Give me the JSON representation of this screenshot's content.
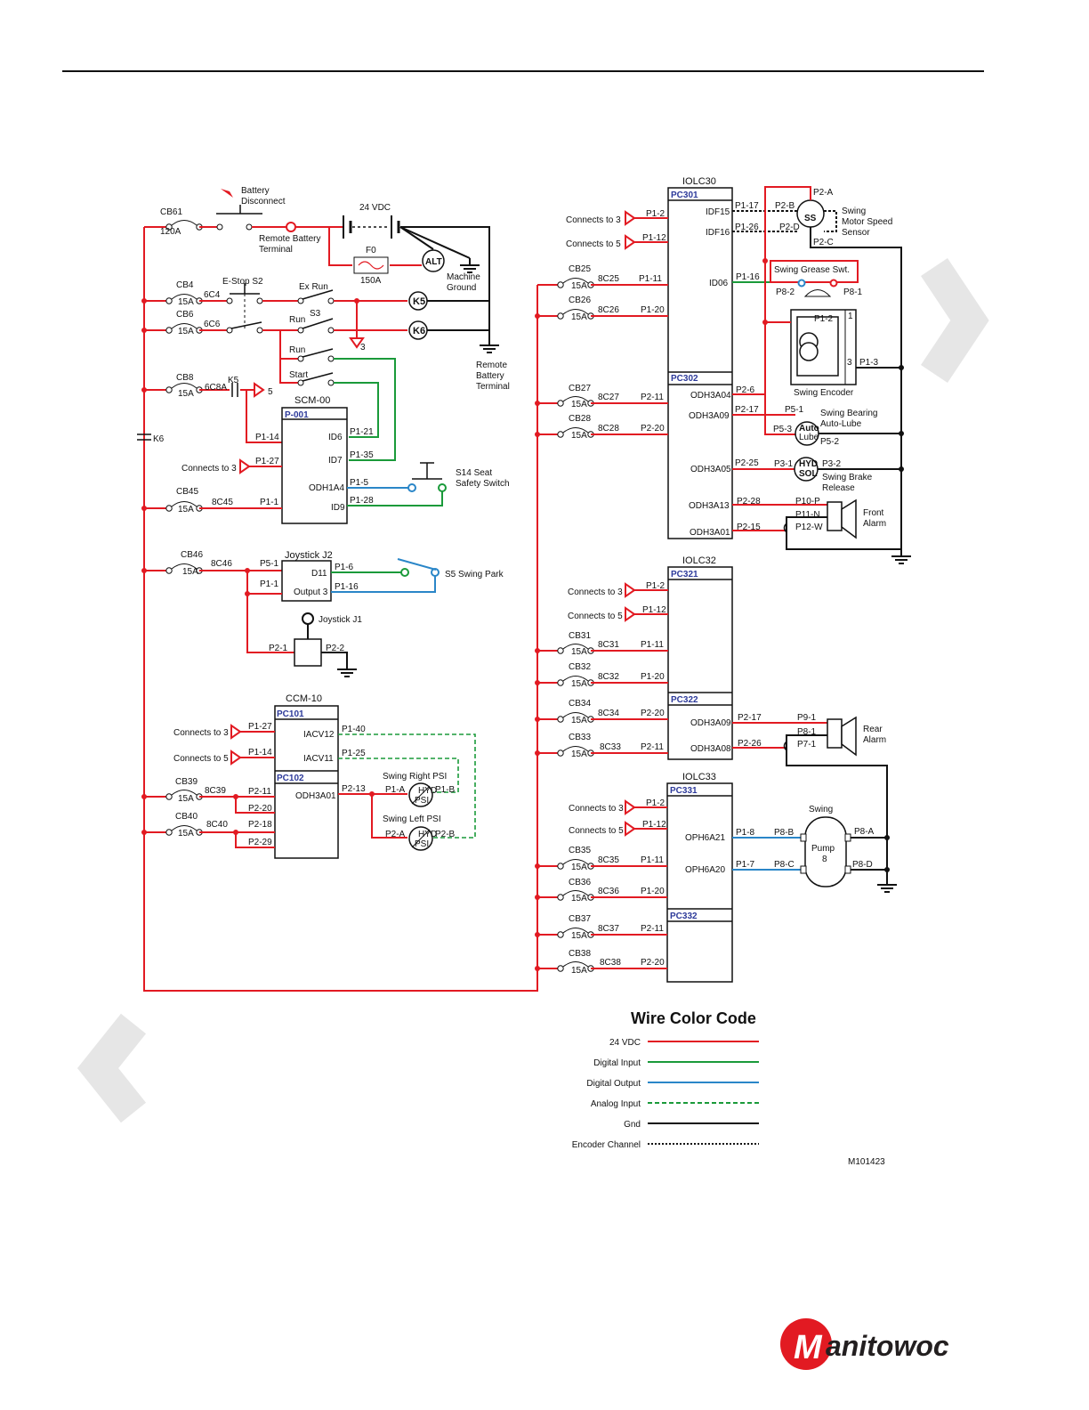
{
  "diagram_id": "M101423",
  "logo_text": "Manitowoc",
  "legend": {
    "title": "Wire Color Code",
    "items": [
      {
        "label": "24 VDC",
        "color": "#e21a22",
        "style": "solid"
      },
      {
        "label": "Digital Input",
        "color": "#1a9a3a",
        "style": "solid"
      },
      {
        "label": "Digital Output",
        "color": "#2a86c8",
        "style": "solid"
      },
      {
        "label": "Analog Input",
        "color": "#1a9a3a",
        "style": "dashed"
      },
      {
        "label": "Gnd",
        "color": "#111111",
        "style": "solid"
      },
      {
        "label": "Encoder Channel",
        "color": "#111111",
        "style": "dotted"
      }
    ]
  },
  "power": {
    "battery_disconnect": "Battery\nDisconnect",
    "vdc": "24 VDC",
    "fuse": "F0",
    "fuse_rating": "150A",
    "remote_battery_terminal": "Remote Battery\nTerminal",
    "alt": "ALT",
    "machine_ground": "Machine\nGround",
    "remote_battery_terminal2": "Remote\nBattery\nTerminal",
    "cb61": "CB61",
    "cb61_rating": "120A",
    "k6": "K6"
  },
  "left_circuit": {
    "cb4": "CB4",
    "cb4_rating": "15A",
    "w6c4": "6C4",
    "estop": "E-Stop S2",
    "exrun": "Ex Run",
    "k5": "K5",
    "cb6": "CB6",
    "cb6_rating": "15A",
    "w6c6": "6C6",
    "s3": "S3",
    "run1": "Run",
    "k6b": "K6",
    "run2": "Run",
    "start": "Start",
    "three": "3",
    "cb8": "CB8",
    "cb8_rating": "15A",
    "w6c8a": "6C8A",
    "k5b": "K5",
    "five": "5",
    "scm": "SCM-00",
    "p001": "P-001",
    "p1_14": "P1-14",
    "id6": "ID6",
    "p1_21": "P1-21",
    "p1_27": "P1-27",
    "id7": "ID7",
    "p1_35": "P1-35",
    "connects3": "Connects to 3",
    "odh1a4": "ODH1A4",
    "p1_5": "P1-5",
    "cb45": "CB45",
    "cb45_rating": "15A",
    "w8c45": "8C45",
    "p1_1": "P1-1",
    "id9": "ID9",
    "p1_28": "P1-28",
    "s14": "S14 Seat\nSafety Switch",
    "cb46": "CB46",
    "cb46_rating": "15A",
    "w8c46": "8C46",
    "joystick_j2": "Joystick J2",
    "p5_1": "P5-1",
    "d11": "D11",
    "p1_6": "P1-6",
    "p1_1b": "P1-1",
    "output3": "Output 3",
    "p1_16": "P1-16",
    "s5": "S5 Swing Park",
    "joystick_j1": "Joystick J1",
    "p2_1": "P2-1",
    "p2_2": "P2-2"
  },
  "ccm": {
    "title": "CCM-10",
    "pc101": "PC101",
    "pc102": "PC102",
    "c3": "Connects to 3",
    "c5": "Connects to 5",
    "p1_27": "P1-27",
    "iacv12": "IACV12",
    "p1_40": "P1-40",
    "p1_14": "P1-14",
    "iacv11": "IACV11",
    "p1_25": "P1-25",
    "cb39": "CB39",
    "cb39_rating": "15A",
    "w8c39": "8C39",
    "p2_11": "P2-11",
    "p2_20": "P2-20",
    "odh3a01": "ODH3A01",
    "p2_13": "P2-13",
    "cb40": "CB40",
    "cb40_rating": "15A",
    "w8c40": "8C40",
    "p2_18": "P2-18",
    "p2_29": "P2-29",
    "swing_right": "Swing Right PSI",
    "p1_a": "P1-A",
    "p1_b": "P1-B",
    "swing_left": "Swing Left PSI",
    "p2_a": "P2-A",
    "p2_b": "P2-B",
    "hyd": "HYD",
    "psi": "PSI"
  },
  "iolc30": {
    "title": "IOLC30",
    "pc301": "PC301",
    "pc302": "PC302",
    "c3": "Connects to 3",
    "c5": "Connects to 5",
    "p1_2": "P1-2",
    "p1_12": "P1-12",
    "idf15": "IDF15",
    "idf16": "IDF16",
    "p1_17": "P1-17",
    "p1_26": "P1-26",
    "p2_a": "P2-A",
    "p2_b": "P2-B",
    "p2_d": "P2-D",
    "p2_c": "P2-C",
    "ss": "SS",
    "swing_motor": "Swing\nMotor Speed\nSensor",
    "cb25": "CB25",
    "cb25_rating": "15A",
    "w8c25": "8C25",
    "p1_11": "P1-11",
    "id06": "ID06",
    "p1_16": "P1-16",
    "cb26": "CB26",
    "cb26_rating": "15A",
    "w8c26": "8C26",
    "p1_20": "P1-20",
    "grease": "Swing Grease Swt.",
    "p8_2": "P8-2",
    "p8_1": "P8-1",
    "enc_p1_2": "P1-2",
    "enc_1": "1",
    "enc_3": "3",
    "enc_p1_3": "P1-3",
    "swing_encoder": "Swing Encoder",
    "cb27": "CB27",
    "cb27_rating": "15A",
    "w8c27": "8C27",
    "p2_11": "P2-11",
    "odh3a04": "ODH3A04",
    "p2_6": "P2-6",
    "cb28": "CB28",
    "cb28_rating": "15A",
    "w8c28": "8C28",
    "p2_20": "P2-20",
    "odh3a09": "ODH3A09",
    "p2_17": "P2-17",
    "p5_1": "P5-1",
    "p5_3": "P5-3",
    "p5_2": "P5-2",
    "auto": "Auto",
    "lube": "Lube",
    "swing_bearing": "Swing Bearing\nAuto-Lube",
    "odh3a05": "ODH3A05",
    "p2_25": "P2-25",
    "p3_1": "P3-1",
    "p3_2": "P3-2",
    "hyd": "HYD",
    "sol": "SOL",
    "swing_brake": "Swing Brake\nRelease",
    "odh3a13": "ODH3A13",
    "p2_28": "P2-28",
    "p10_p": "P10-P",
    "p11_n": "P11-N",
    "odh3a01": "ODH3A01",
    "p2_15": "P2-15",
    "p12_w": "P12-W",
    "front_alarm": "Front\nAlarm"
  },
  "iolc32": {
    "title": "IOLC32",
    "pc321": "PC321",
    "pc322": "PC322",
    "c3": "Connects to 3",
    "c5": "Connects to 5",
    "p1_2": "P1-2",
    "p1_12": "P1-12",
    "cb31": "CB31",
    "cb31_rating": "15A",
    "w8c31": "8C31",
    "p1_11": "P1-11",
    "cb32": "CB32",
    "cb32_rating": "15A",
    "w8c32": "8C32",
    "p1_20": "P1-20",
    "cb34": "CB34",
    "cb34_rating": "15A",
    "w8c34": "8C34",
    "p2_20": "P2-20",
    "odh3a09": "ODH3A09",
    "p2_17": "P2-17",
    "cb33": "CB33",
    "cb33_rating": "15A",
    "w8c33": "8C33",
    "p2_11": "P2-11",
    "odh3a08": "ODH3A08",
    "p2_26": "P2-26",
    "p9_1": "P9-1",
    "p8_1": "P8-1",
    "p7_1": "P7-1",
    "rear_alarm": "Rear\nAlarm"
  },
  "iolc33": {
    "title": "IOLC33",
    "pc331": "PC331",
    "pc332": "PC332",
    "c3": "Connects to 3",
    "c5": "Connects to 5",
    "p1_2": "P1-2",
    "p1_12": "P1-12",
    "oph6a21": "OPH6A21",
    "p1_8": "P1-8",
    "p8_b": "P8-B",
    "p8_a": "P8-A",
    "oph6a20": "OPH6A20",
    "p1_7": "P1-7",
    "p8_c": "P8-C",
    "p8_d": "P8-D",
    "swing": "Swing",
    "pump": "Pump",
    "eight": "8",
    "cb35": "CB35",
    "cb35_rating": "15A",
    "w8c35": "8C35",
    "p1_11": "P1-11",
    "cb36": "CB36",
    "cb36_rating": "15A",
    "w8c36": "8C36",
    "p1_20": "P1-20",
    "cb37": "CB37",
    "cb37_rating": "15A",
    "w8c37": "8C37",
    "p2_11": "P2-11",
    "cb38": "CB38",
    "cb38_rating": "15A",
    "w8c38": "8C38",
    "p2_20": "P2-20"
  }
}
